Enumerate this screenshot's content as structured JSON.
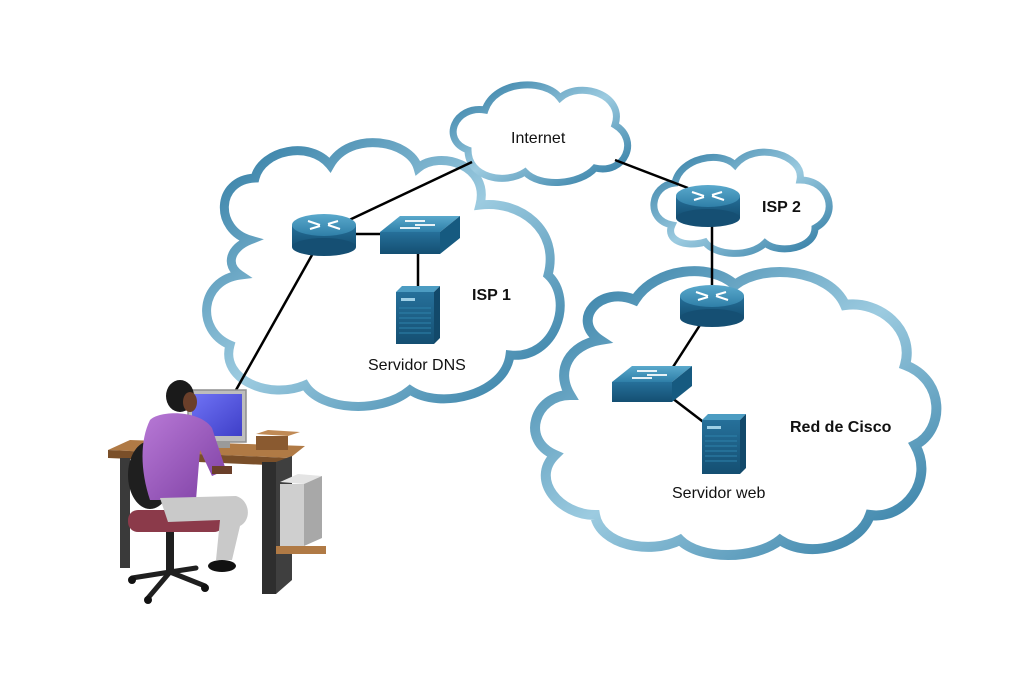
{
  "labels": {
    "internet": "Internet",
    "isp1": "ISP 1",
    "isp2": "ISP 2",
    "dns_server": "Servidor DNS",
    "cisco_network": "Red de Cisco",
    "web_server": "Servidor web"
  },
  "colors": {
    "cloud_dark": "#1f6f99",
    "cloud_light": "#a9d3e6",
    "device_top": "#3c8fb5",
    "device_side": "#1a5f85",
    "link": "#000000"
  }
}
